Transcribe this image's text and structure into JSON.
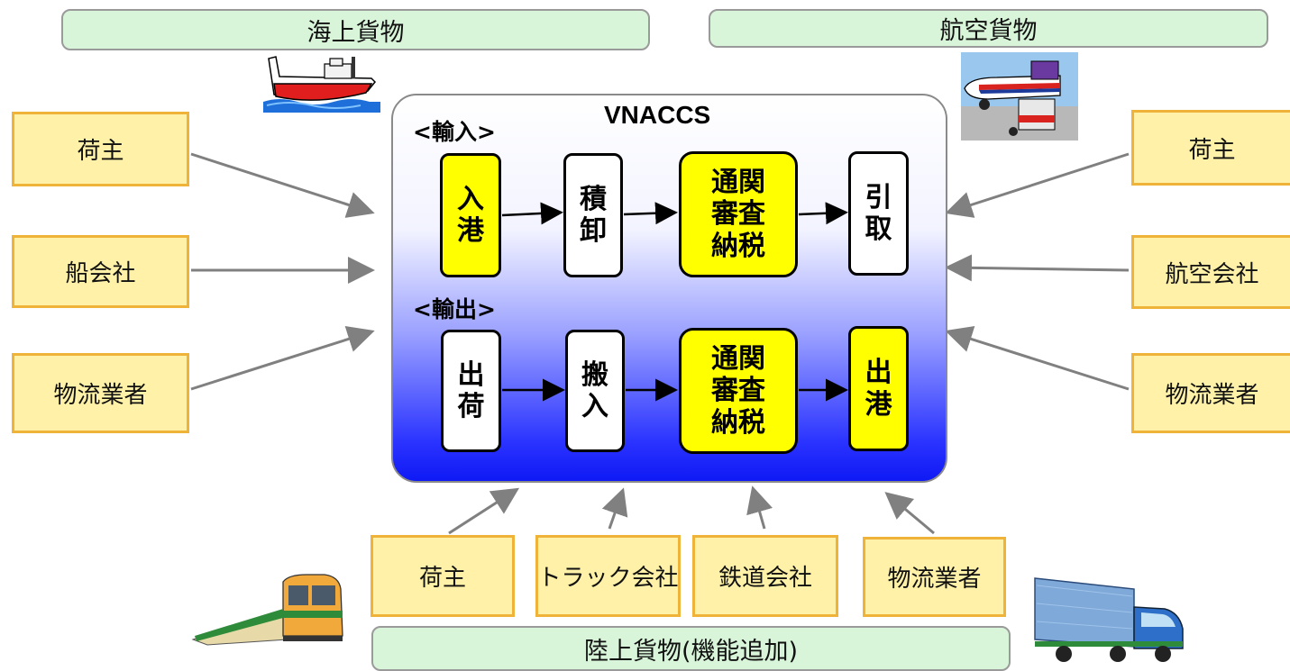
{
  "categories": {
    "sea": "海上貨物",
    "air": "航空貨物",
    "land": "陸上貨物(機能追加)"
  },
  "system": {
    "title": "VNACCS",
    "import_label": "<輸入>",
    "export_label": "<輸出>",
    "import_steps": [
      {
        "lines": [
          "入",
          "港"
        ],
        "highlight": true
      },
      {
        "lines": [
          "積",
          "卸"
        ],
        "highlight": false
      },
      {
        "lines": [
          "通関",
          "審査",
          "納税"
        ],
        "highlight": true
      },
      {
        "lines": [
          "引",
          "取"
        ],
        "highlight": false
      }
    ],
    "export_steps": [
      {
        "lines": [
          "出",
          "荷"
        ],
        "highlight": false
      },
      {
        "lines": [
          "搬",
          "入"
        ],
        "highlight": false
      },
      {
        "lines": [
          "通関",
          "審査",
          "納税"
        ],
        "highlight": true
      },
      {
        "lines": [
          "出",
          "港"
        ],
        "highlight": true
      }
    ]
  },
  "parties": {
    "left": [
      "荷主",
      "船会社",
      "物流業者"
    ],
    "right": [
      "荷主",
      "航空会社",
      "物流業者"
    ],
    "bottom": [
      "荷主",
      "トラック会社",
      "鉄道会社",
      "物流業者"
    ]
  },
  "colors": {
    "party_fill": "#fff2a8",
    "party_border": "#f0b33a",
    "category_fill": "#d9f5d9",
    "highlight": "#ffff00",
    "system_gradient_bottom": "#0f19f4",
    "arrow": "#808080"
  },
  "illustrations": [
    "ship-icon",
    "airplane-icon",
    "train-icon",
    "truck-icon"
  ]
}
